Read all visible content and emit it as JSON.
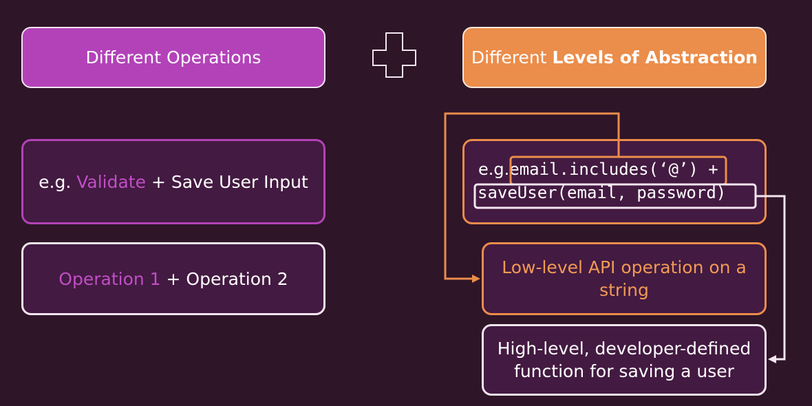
{
  "header": {
    "left_title": "Different Operations",
    "right_title_prefix": "Different ",
    "right_title_bold": "Levels of Abstraction"
  },
  "left_examples": {
    "ex1_prefix": "e.g. ",
    "ex1_highlight": "Validate",
    "ex1_suffix": " + Save User Input",
    "ex2_highlight": "Operation 1",
    "ex2_suffix": " + Operation 2"
  },
  "code_example": {
    "prefix": "e.g.",
    "line1": "email.includes(‘@’) +",
    "line2": "saveUser(email, password)"
  },
  "annotations": {
    "low_level": "Low-level API operation on a string",
    "high_level": "High-level, developer-defined function for saving a user"
  },
  "colors": {
    "background": "#2e1528",
    "purple": "#b342b9",
    "orange": "#eb8d4b",
    "light": "#f3e6f0"
  }
}
